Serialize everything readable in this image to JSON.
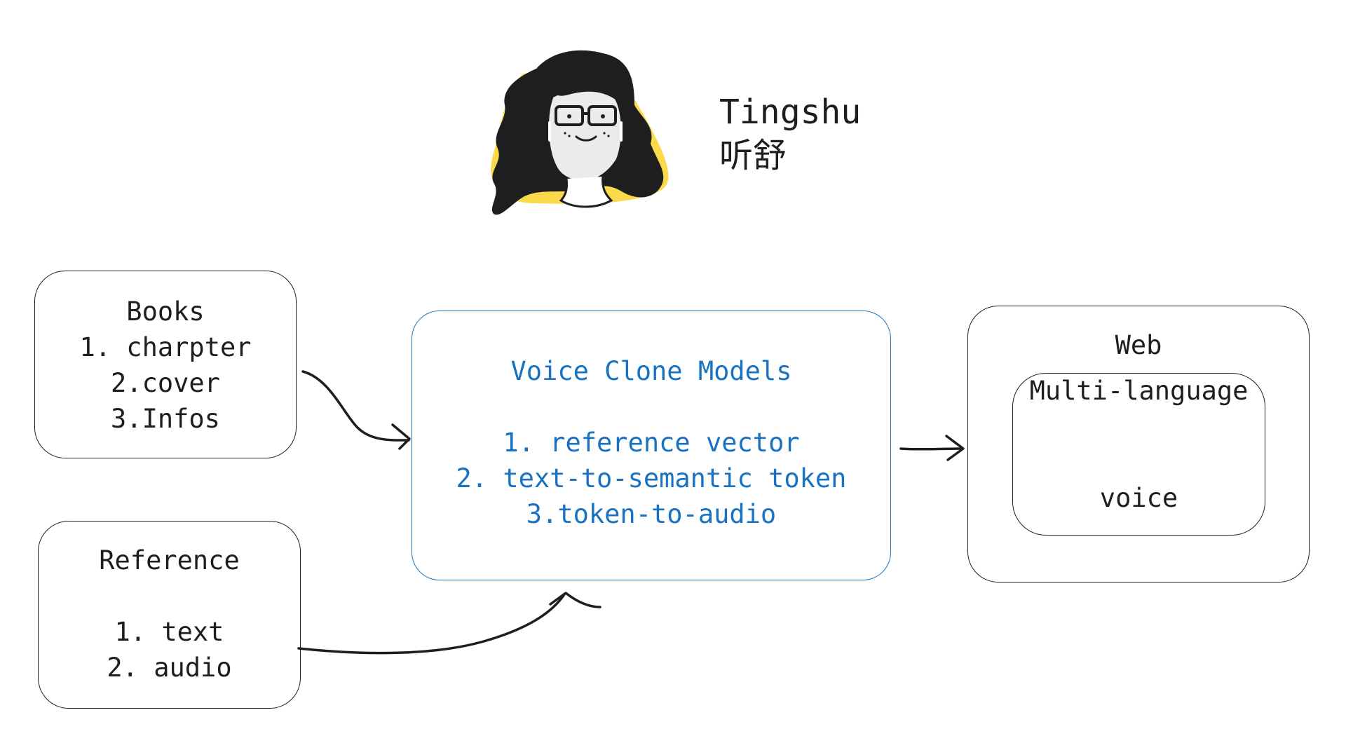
{
  "header": {
    "title": "Tingshu",
    "subtitle": "听舒"
  },
  "books": {
    "lines": [
      "Books",
      "1. charpter",
      "2.cover",
      "3.Infos"
    ]
  },
  "reference": {
    "lines": [
      "Reference",
      "",
      "1. text",
      "2. audio"
    ]
  },
  "models": {
    "lines": [
      "Voice Clone Models",
      "",
      "1. reference vector",
      "2. text-to-semantic token",
      "3.token-to-audio"
    ]
  },
  "web": {
    "title": "Web",
    "inner_lines": [
      "Multi-language",
      "voice"
    ]
  },
  "colors": {
    "accent": "#1971c2",
    "stroke": "#1e1e1e",
    "avatar_background": "#fad94a"
  },
  "icons": [
    "avatar-illustration",
    "arrow-icon"
  ]
}
